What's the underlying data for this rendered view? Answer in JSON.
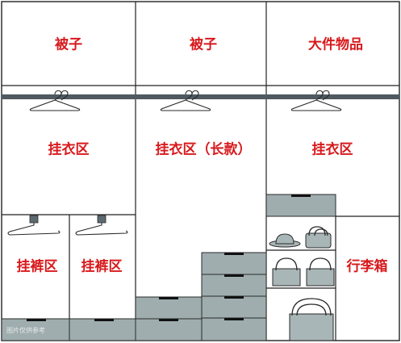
{
  "compartments": {
    "top_left": "被子",
    "top_middle": "被子",
    "top_right": "大件物品",
    "hang_left": "挂衣区",
    "hang_middle": "挂衣区（长款）",
    "hang_right": "挂衣区",
    "pants_left": "挂裤区",
    "pants_right": "挂裤区",
    "luggage": "行李箱"
  },
  "watermark": "图片仅供参考",
  "colors": {
    "label": "#d7191c",
    "drawer": "#9fadaf",
    "rod": "#4f5a60",
    "outline": "#222222"
  },
  "icons": [
    "hanger-icon",
    "pants-hanger-icon",
    "hat-icon",
    "handbag-icon",
    "drawer-handle-icon"
  ]
}
